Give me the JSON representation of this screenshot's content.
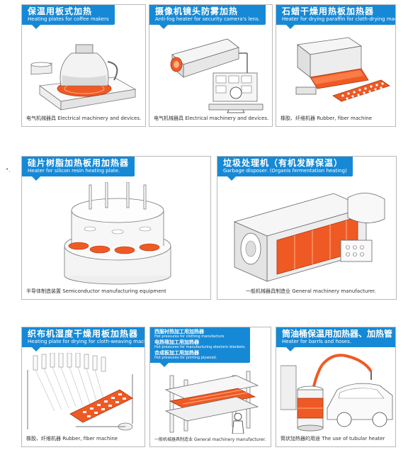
{
  "cards": [
    {
      "title_cn": "保温用板式加热",
      "title_en": "Heating plates for coffee makers",
      "caption": "电气机械器具 Electrical machinery and devices."
    },
    {
      "title_cn": "摄像机镜头防雾加热",
      "title_en": "Anti-fog heater for security camera's lens.",
      "caption": "电气机械器具 Electrical machinery and devices."
    },
    {
      "title_cn": "石蜡干燥用热板加热器",
      "title_en": "Heater for drying paraffin for cloth-drying machine.",
      "caption": "橡胶、纤维机器      Rubber, fiber machine"
    },
    {
      "title_cn": "硅片树脂加热板用加热器",
      "title_en": "Heater for silicon resin heating plate.",
      "caption": "半导体制造装置   Semiconductor manufacturing equipment"
    },
    {
      "title_cn": "垃圾处理机（有机发酵保温）",
      "title_en": "Garbage disposer. (Organis fermentation heating)",
      "caption": "一般机械器具制造业  General machinery manufacturer."
    },
    {
      "title_cn": "织布机湿度干燥用板加热器",
      "title_en": "Heating plate for drying for cloth-weaving machine.",
      "caption": "橡胶、纤维机器      Rubber, fiber machine"
    },
    {
      "lines": [
        {
          "cn": "西服衬热加工用加热器",
          "en": "Hot pressures for clothing manufacture"
        },
        {
          "cn": "电热毯加工用加热器",
          "en": "Hot pressures for manufacturing electoric blankets."
        },
        {
          "cn": "合成板加工用加热器",
          "en": "Hot pressures for printing plywood."
        }
      ],
      "caption": "一般机械器具制造业  General machinery manufacturer."
    },
    {
      "title_cn": "筒油桶保温用加热器、加热管",
      "title_en": "Heater for barrls and hoses.",
      "caption": "筒状加热器的用途  The use of tubular heater"
    }
  ],
  "colors": {
    "header_blue": "#1689d6",
    "heater_orange": "#ef5a24",
    "card_border": "#b9b9b9"
  }
}
